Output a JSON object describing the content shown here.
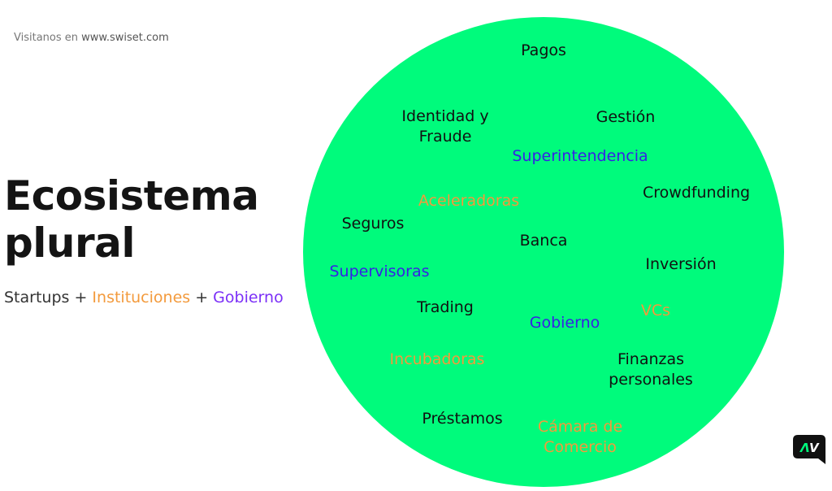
{
  "header": {
    "visit_prefix": "Visitanos en",
    "visit_url": "www.swiset.com"
  },
  "title": {
    "line1": "Ecosistema",
    "line2": "plural"
  },
  "subtitle": {
    "startups": "Startups",
    "plus1": " + ",
    "institutions": "Instituciones",
    "plus2": " + ",
    "government": "Gobierno"
  },
  "colors": {
    "circle": "#00fb7c",
    "institutions": "#f39a3c",
    "government": "#3720e6",
    "subtitle_government": "#7b2ff7"
  },
  "labels": [
    {
      "text": "Pagos",
      "type": "startup"
    },
    {
      "text": "Identidad y\nFraude",
      "type": "startup"
    },
    {
      "text": "Gestión",
      "type": "startup"
    },
    {
      "text": "Superintendencia",
      "type": "government"
    },
    {
      "text": "Aceleradoras",
      "type": "institution"
    },
    {
      "text": "Crowdfunding",
      "type": "startup"
    },
    {
      "text": "Seguros",
      "type": "startup"
    },
    {
      "text": "Banca",
      "type": "startup"
    },
    {
      "text": "Supervisoras",
      "type": "government"
    },
    {
      "text": "Inversión",
      "type": "startup"
    },
    {
      "text": "Trading",
      "type": "startup"
    },
    {
      "text": "Gobierno",
      "type": "government"
    },
    {
      "text": "VCs",
      "type": "institution"
    },
    {
      "text": "Incubadoras",
      "type": "institution"
    },
    {
      "text": "Finanzas\npersonales",
      "type": "startup"
    },
    {
      "text": "Préstamos",
      "type": "startup"
    },
    {
      "text": "Cámara de\nComercio",
      "type": "institution"
    }
  ],
  "logo": {
    "text": "AV",
    "icon": "chat-bubble-logo"
  }
}
